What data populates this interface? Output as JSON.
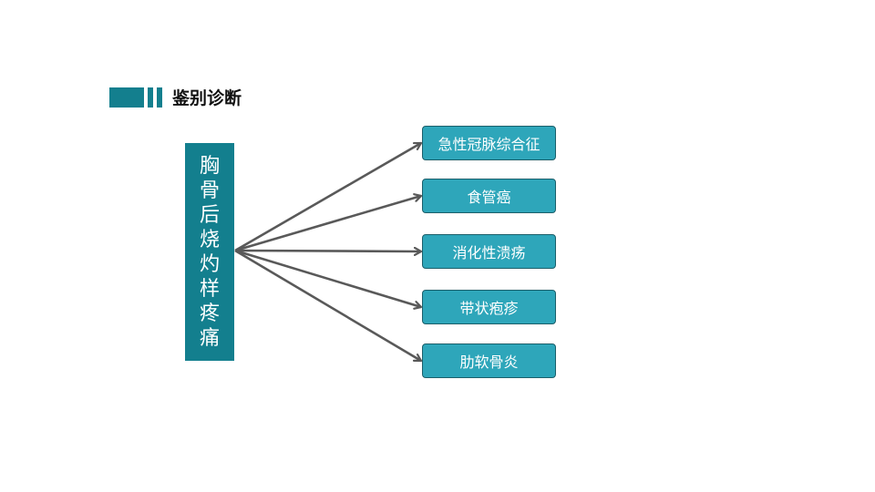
{
  "title": {
    "text": "鉴别诊断",
    "accent_color": "#137f8e"
  },
  "source": {
    "text": "胸骨后烧灼样疼痛",
    "color": "#137f8e"
  },
  "targets": [
    {
      "text": "急性冠脉综合征"
    },
    {
      "text": "食管癌"
    },
    {
      "text": "消化性溃疡"
    },
    {
      "text": "带状疱疹"
    },
    {
      "text": "肋软骨炎"
    }
  ],
  "target_color": "#2ea6ba",
  "arrow_color": "#595959"
}
